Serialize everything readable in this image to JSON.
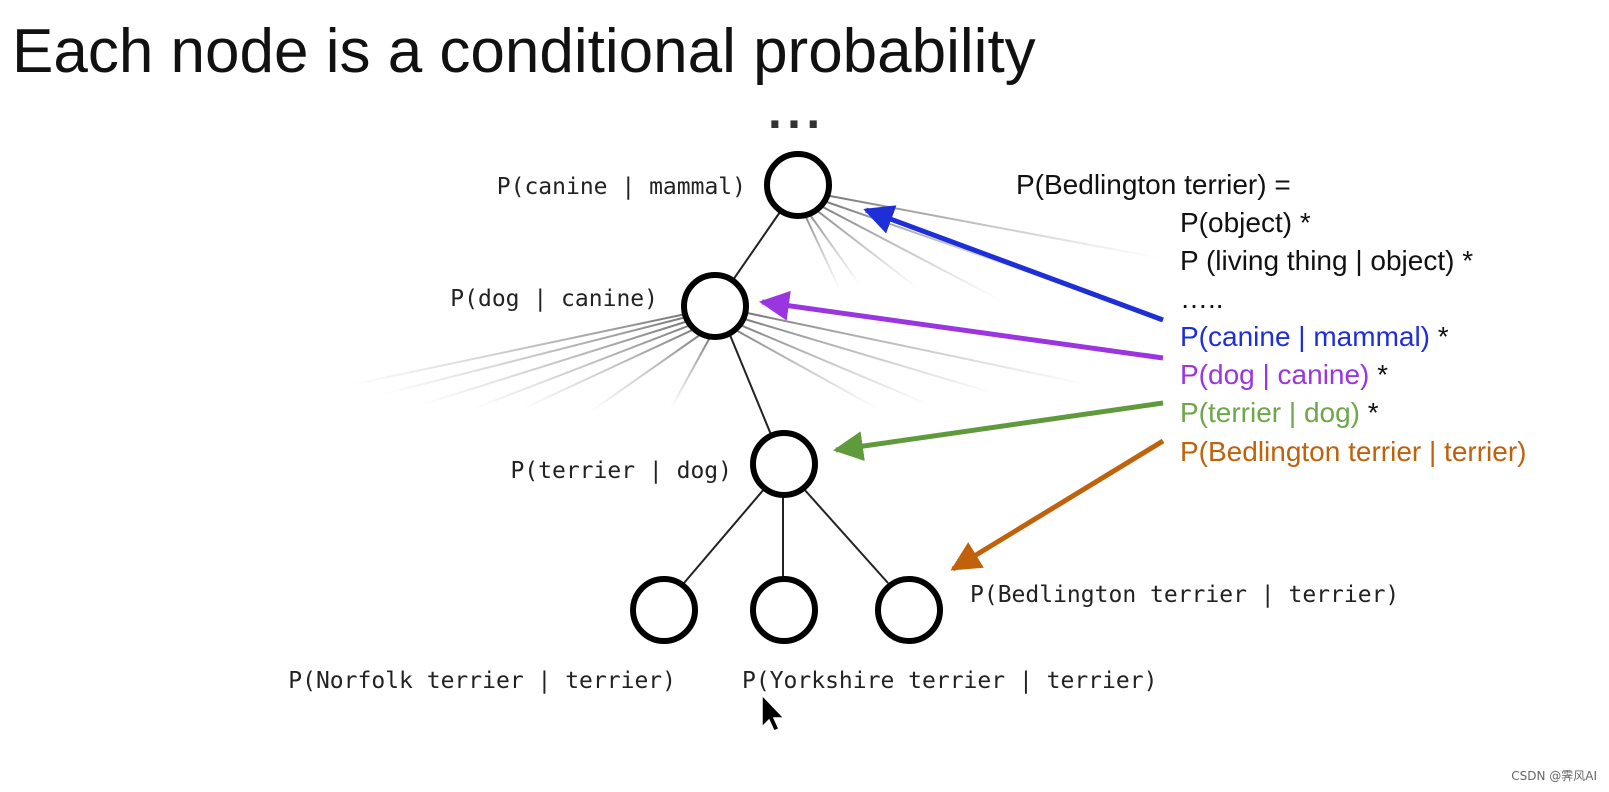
{
  "title": "Each node is a conditional probability",
  "ellipsis_top": "...",
  "tree": {
    "nodes": [
      {
        "id": "canine",
        "label": "P(canine | mammal)"
      },
      {
        "id": "dog",
        "label": "P(dog | canine)"
      },
      {
        "id": "terrier",
        "label": "P(terrier | dog)"
      },
      {
        "id": "norfolk",
        "label": "P(Norfolk terrier | terrier)"
      },
      {
        "id": "yorkshire",
        "label": "P(Yorkshire terrier | terrier)"
      },
      {
        "id": "bedlington",
        "label": "P(Bedlington terrier | terrier)"
      }
    ]
  },
  "formula": {
    "header": "P(Bedlington terrier) =",
    "lines": [
      {
        "text": "P(object) *",
        "color": "#111111"
      },
      {
        "text": "P (living thing | object) *",
        "color": "#111111"
      },
      {
        "text": "…..",
        "color": "#111111"
      },
      {
        "text": "P(canine | mammal)",
        "suffix": " *",
        "color": "#1f2fd8"
      },
      {
        "text": "P(dog | canine)",
        "suffix": " *",
        "color": "#9a35e0"
      },
      {
        "text": "P(terrier | dog)",
        "suffix": " *",
        "color": "#6ea64a"
      },
      {
        "text": "P(Bedlington terrier | terrier)",
        "suffix": "",
        "color": "#c0620c"
      }
    ]
  },
  "arrow_colors": {
    "canine": "#1f2fd8",
    "dog": "#9a35e0",
    "terrier": "#5f9a3c",
    "bedlington": "#c0620c"
  },
  "watermark": "CSDN @霁风AI"
}
